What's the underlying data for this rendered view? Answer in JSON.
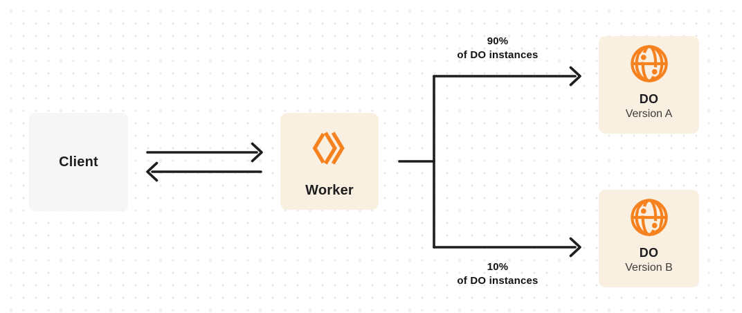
{
  "nodes": {
    "client": {
      "label": "Client"
    },
    "worker": {
      "label": "Worker",
      "icon": "workers-icon"
    },
    "do_a": {
      "title": "DO",
      "subtitle": "Version A",
      "icon": "globe-icon"
    },
    "do_b": {
      "title": "DO",
      "subtitle": "Version B",
      "icon": "globe-icon"
    }
  },
  "edges": {
    "top": {
      "percent": "90%",
      "caption": "of DO instances"
    },
    "bottom": {
      "percent": "10%",
      "caption": "of DO instances"
    }
  },
  "colors": {
    "accent_orange": "#f6821f",
    "node_cream": "#faf0e2",
    "client_gray": "#f6f6f7",
    "line_dark": "#1e1e1e",
    "dot_grid": "#e8e8e8",
    "text_dark": "#1d1d1f",
    "text_sub": "#3b3b3b"
  }
}
